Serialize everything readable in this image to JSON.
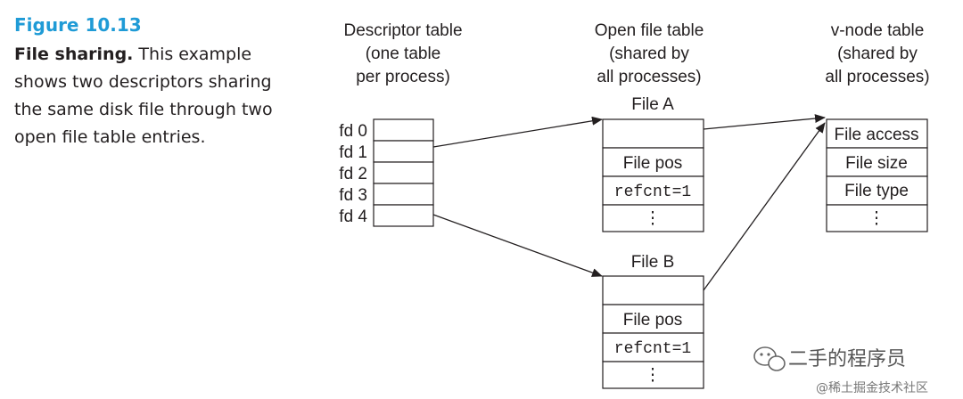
{
  "caption": {
    "figure_label": "Figure 10.13",
    "title_bold": "File sharing.",
    "body": " This example shows two descriptors sharing the same disk file through two open file table entries."
  },
  "descriptor_table": {
    "header": [
      "Descriptor table",
      "(one table",
      "per process)"
    ],
    "rows": [
      "fd 0",
      "fd 1",
      "fd 2",
      "fd 3",
      "fd 4"
    ]
  },
  "open_file_table": {
    "header": [
      "Open file table",
      "(shared by",
      "all processes)"
    ],
    "entries": [
      {
        "name": "File A",
        "rows": [
          "",
          "File pos",
          "refcnt=1",
          "⋮"
        ]
      },
      {
        "name": "File B",
        "rows": [
          "",
          "File pos",
          "refcnt=1",
          "⋮"
        ]
      }
    ]
  },
  "vnode_table": {
    "header": [
      "v-node table",
      "(shared by",
      "all processes)"
    ],
    "rows": [
      "File access",
      "File size",
      "File type",
      "⋮"
    ]
  },
  "watermark": {
    "main": "二手的程序员",
    "sub": "@稀土掘金技术社区"
  }
}
